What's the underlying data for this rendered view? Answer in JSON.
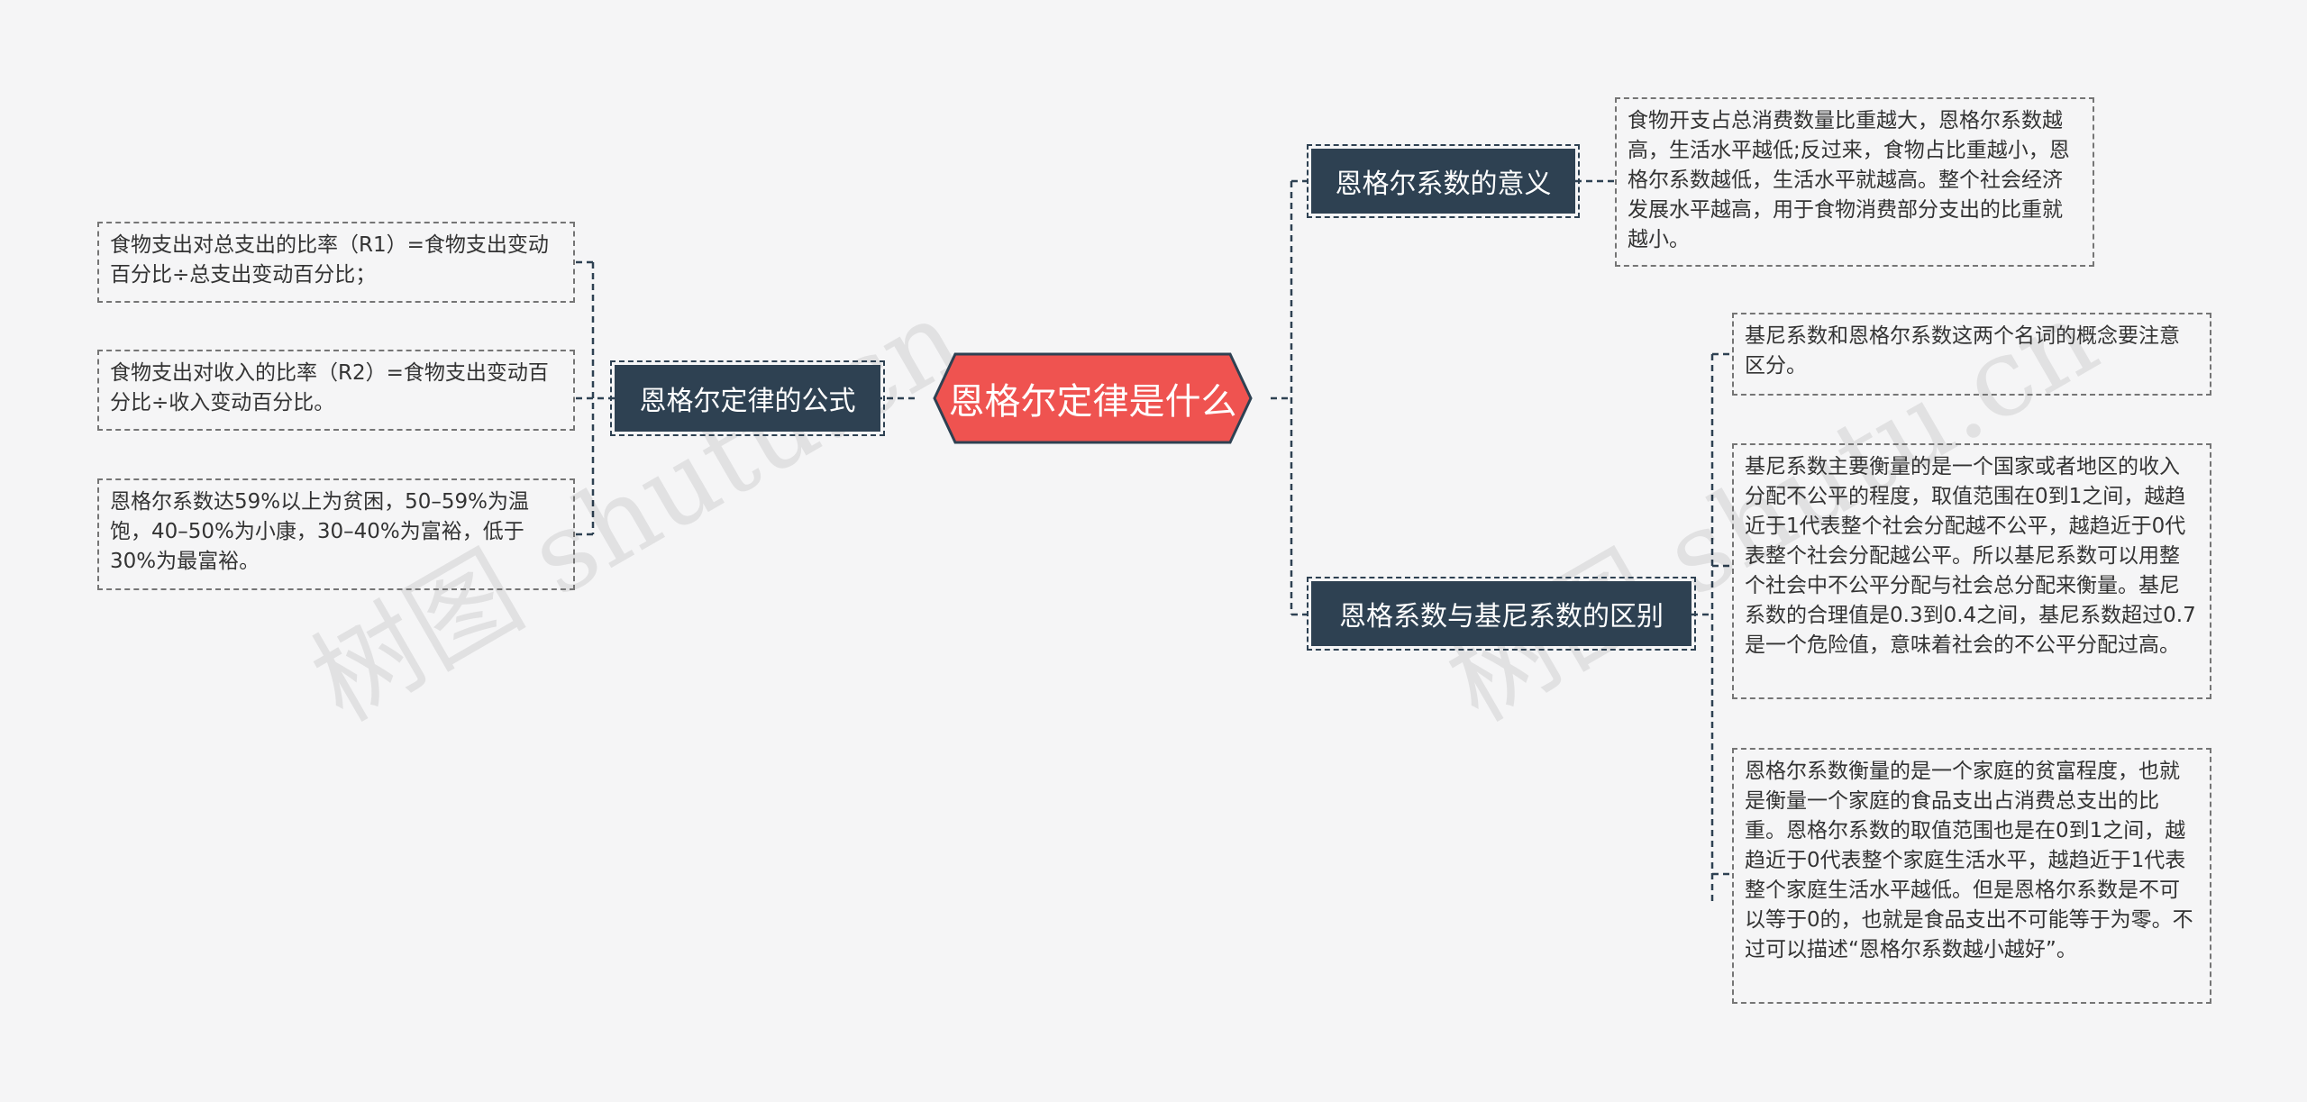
{
  "root": {
    "label": "恩格尔定律是什么"
  },
  "branches": {
    "formula": {
      "label": "恩格尔定律的公式"
    },
    "meaning": {
      "label": "恩格尔系数的意义"
    },
    "difference": {
      "label": "恩格系数与基尼系数的区别"
    }
  },
  "leaves": {
    "formula": [
      "食物支出对总支出的比率（R1）=食物支出变动百分比÷总支出变动百分比；",
      "食物支出对收入的比率（R2）=食物支出变动百分比÷收入变动百分比。",
      "恩格尔系数达59%以上为贫困，50–59%为温饱，40–50%为小康，30–40%为富裕，低于30%为最富裕。"
    ],
    "meaning": [
      "食物开支占总消费数量比重越大，恩格尔系数越高，生活水平越低;反过来，食物占比重越小，恩格尔系数越低，生活水平就越高。整个社会经济发展水平越高，用于食物消费部分支出的比重就越小。"
    ],
    "difference": [
      "基尼系数和恩格尔系数这两个名词的概念要注意区分。",
      "基尼系数主要衡量的是一个国家或者地区的收入分配不公平的程度，取值范围在0到1之间，越趋近于1代表整个社会分配越不公平，越趋近于0代表整个社会分配越公平。所以基尼系数可以用整个社会中不公平分配与社会总分配来衡量。基尼系数的合理值是0.3到0.4之间，基尼系数超过0.7是一个危险值，意味着社会的不公平分配过高。",
      "恩格尔系数衡量的是一个家庭的贫富程度，也就是衡量一个家庭的食品支出占消费总支出的比重。恩格尔系数的取值范围也是在0到1之间，越趋近于0代表整个家庭生活水平，越趋近于1代表整个家庭生活水平越低。但是恩格尔系数是不可以等于0的，也就是食品支出不可能等于为零。不过可以描述“恩格尔系数越小越好”。"
    ]
  },
  "watermark": {
    "text": "树图 shutu.cn"
  },
  "colors": {
    "root": "#ef5350",
    "branch": "#2e4152",
    "background": "#f5f5f6"
  }
}
